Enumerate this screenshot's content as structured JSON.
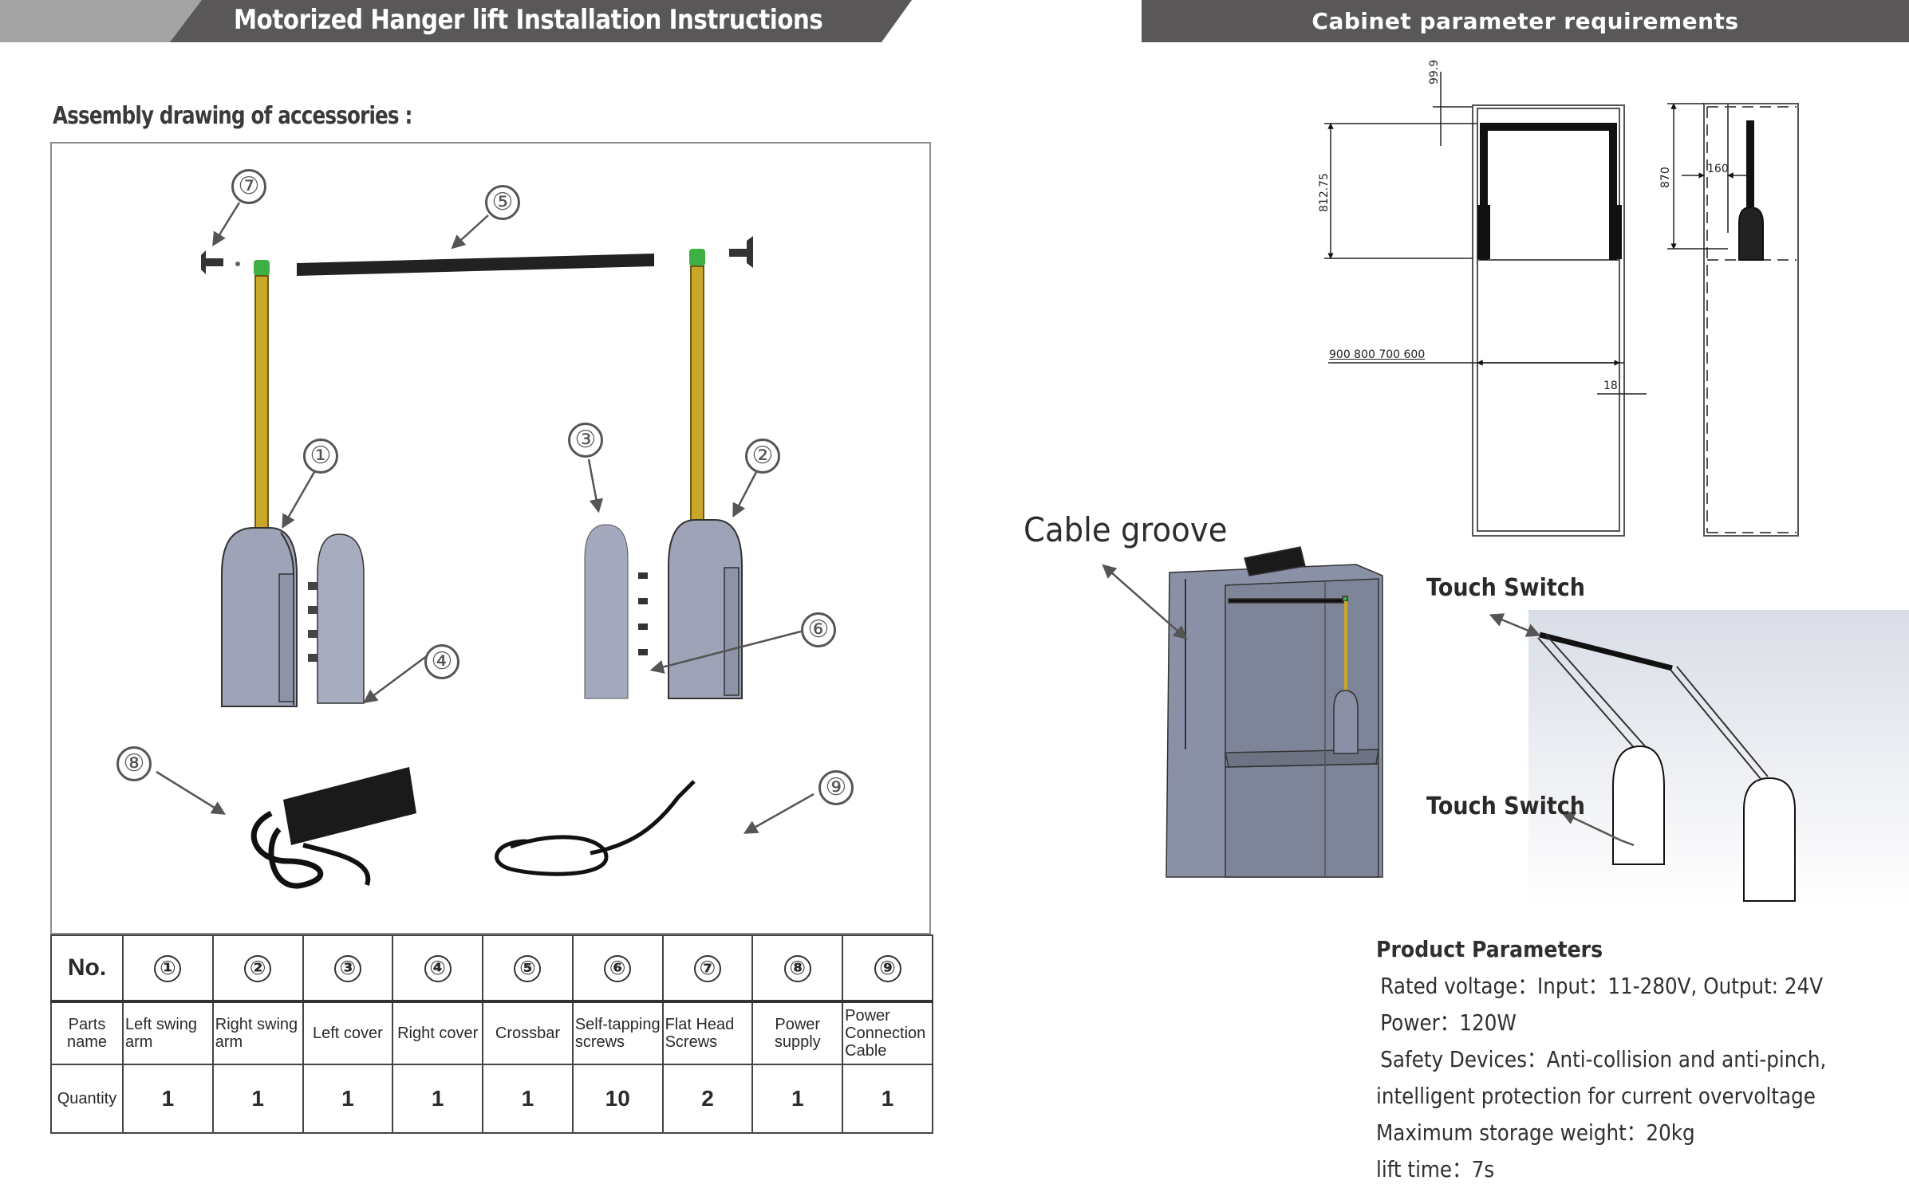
{
  "header": {
    "left_title": "Motorized Hanger lift Installation Instructions",
    "right_title": "Cabinet parameter requirements"
  },
  "assembly": {
    "title": "Assembly drawing of accessories :",
    "callouts": [
      "①",
      "②",
      "③",
      "④",
      "⑤",
      "⑥",
      "⑦",
      "⑧",
      "⑨"
    ]
  },
  "parts_table": {
    "row_headers": {
      "no": "No.",
      "name": "Parts name",
      "quantity": "Quantity"
    },
    "parts": [
      {
        "no": "①",
        "name": "Left swing arm",
        "quantity": "1"
      },
      {
        "no": "②",
        "name": "Right swing arm",
        "quantity": "1"
      },
      {
        "no": "③",
        "name": "Left cover",
        "quantity": "1"
      },
      {
        "no": "④",
        "name": "Right cover",
        "quantity": "1"
      },
      {
        "no": "⑤",
        "name": "Crossbar",
        "quantity": "1"
      },
      {
        "no": "⑥",
        "name": "Self-tapping screws",
        "quantity": "10"
      },
      {
        "no": "⑦",
        "name": "Flat Head Screws",
        "quantity": "2"
      },
      {
        "no": "⑧",
        "name": "Power supply",
        "quantity": "1"
      },
      {
        "no": "⑨",
        "name": "Power Connection Cable",
        "quantity": "1"
      }
    ]
  },
  "cabinet_drawing": {
    "dims": {
      "top_gap": "99.9",
      "lift_height": "812.75",
      "widths": "900 800 700 600",
      "panel_thickness": "18",
      "side_height": "870",
      "depth_offset": "160"
    }
  },
  "labels": {
    "cable_groove": "Cable groove",
    "touch_switch_top": "Touch Switch",
    "touch_switch_bottom": "Touch Switch"
  },
  "product_parameters": {
    "title": "Product Parameters",
    "lines": [
      " Rated voltage：Input：11-280V, Output: 24V",
      " Power：120W",
      " Safety Devices：Anti-collision and anti-pinch,",
      "intelligent protection for current overvoltage",
      "Maximum storage weight：20kg",
      "lift time：7s"
    ]
  }
}
